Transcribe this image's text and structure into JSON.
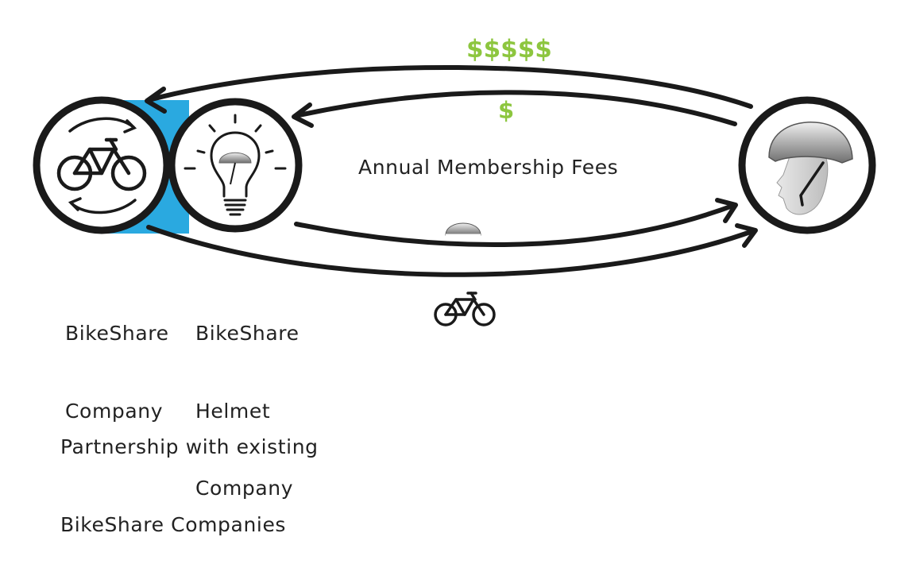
{
  "nodes": {
    "company": {
      "label_line1": "BikeShare",
      "label_line2": "Company",
      "icon": "bicycle-refresh-icon"
    },
    "helmet_company": {
      "label_line1": "BikeShare",
      "label_line2": "Helmet",
      "label_line3": "Company",
      "icon": "lightbulb-helmet-icon"
    },
    "customer": {
      "icon": "helmet-wearing-head-icon"
    }
  },
  "flows": {
    "large_payment": "$$$$$",
    "small_payment": "$",
    "fees_label": "Annual Membership Fees",
    "helmet_flow_icon": "helmet-icon",
    "bike_flow_icon": "bicycle-icon"
  },
  "footnote": {
    "line1": "Partnership with existing",
    "line2": "BikeShare Companies"
  },
  "colors": {
    "partnership_band": "#2aa9e0",
    "money": "#8dc63f",
    "stroke": "#1a1a1a"
  }
}
